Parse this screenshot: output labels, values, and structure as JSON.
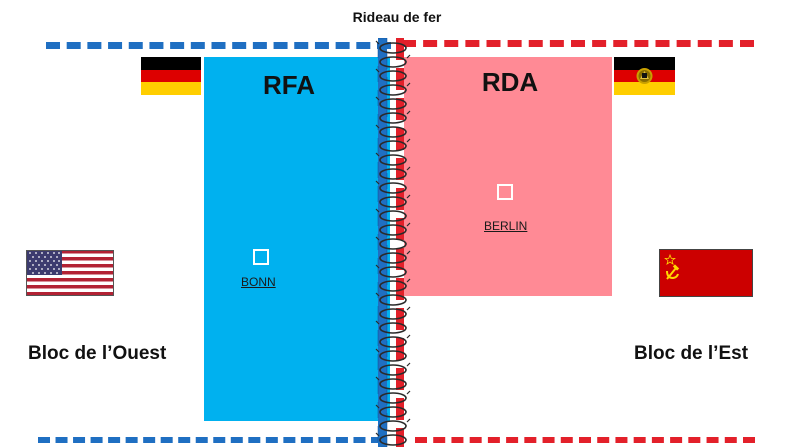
{
  "title": "Rideau de fer",
  "regions": {
    "west": {
      "label": "RFA",
      "color": "#00b1ef"
    },
    "east": {
      "label": "RDA",
      "color": "#ff8a95"
    }
  },
  "cities": {
    "bonn": "BONN",
    "berlin": "BERLIN"
  },
  "blocs": {
    "west": "Bloc de l’Ouest",
    "east": "Bloc de l’Est"
  },
  "colors": {
    "west_line": "#1f6fc2",
    "east_line": "#e3202a",
    "wire": "#2a2a2a"
  },
  "icons": [
    "flag-frg-icon",
    "flag-gdr-icon",
    "flag-usa-icon",
    "flag-ussr-icon",
    "barbed-wire-icon"
  ]
}
